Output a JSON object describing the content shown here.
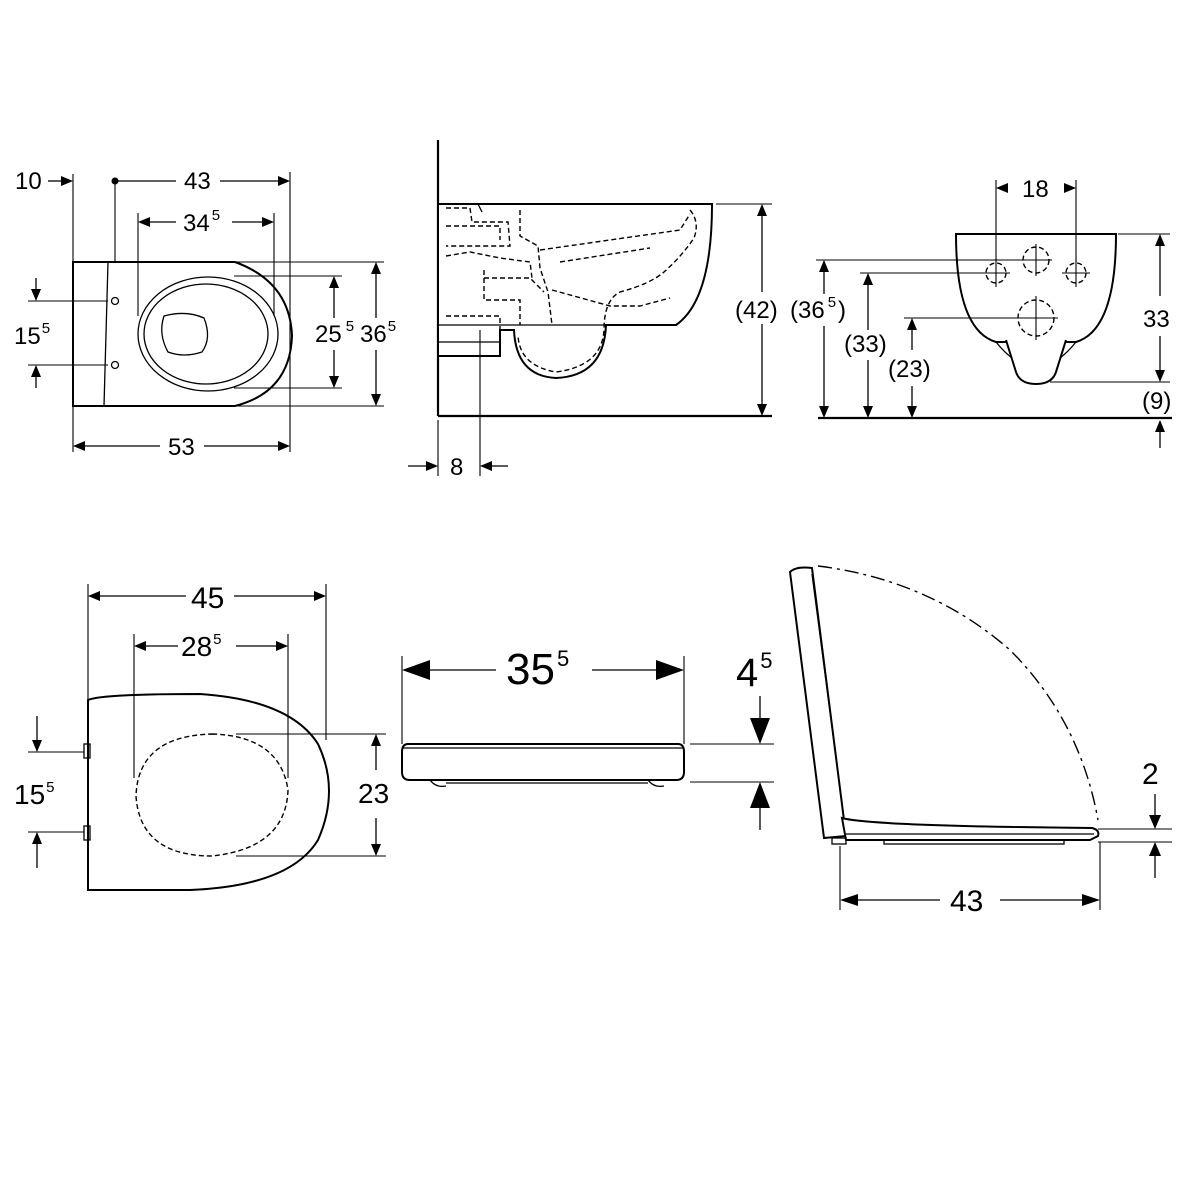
{
  "diagram": {
    "line_color": "#000000",
    "background": "#ffffff",
    "views": {
      "top_view": {
        "dim_10": "10",
        "dim_43": "43",
        "dim_34_5": {
          "main": "34",
          "sup": "5"
        },
        "dim_15_5": {
          "main": "15",
          "sup": "5"
        },
        "dim_25_5": {
          "main": "25",
          "sup": "5"
        },
        "dim_36_5": {
          "main": "36",
          "sup": "5"
        },
        "dim_53": "53"
      },
      "side_view": {
        "dim_42": "(42)",
        "dim_8": "8"
      },
      "rear_view": {
        "dim_18": "18",
        "dim_36_5": {
          "main": "(36",
          "sup": "5",
          "close": ")"
        },
        "dim_33_left": "(33)",
        "dim_23": "(23)",
        "dim_33_right": "33",
        "dim_9": "(9)"
      },
      "seat_top_view": {
        "dim_45": "45",
        "dim_28_5": {
          "main": "28",
          "sup": "5"
        },
        "dim_15_5": {
          "main": "15",
          "sup": "5"
        },
        "dim_23": "23"
      },
      "seat_front_view": {
        "dim_35_5": {
          "main": "35",
          "sup": "5"
        },
        "dim_4_5": {
          "main": "4",
          "sup": "5"
        }
      },
      "seat_side_view": {
        "dim_2": "2",
        "dim_43": "43"
      }
    }
  }
}
